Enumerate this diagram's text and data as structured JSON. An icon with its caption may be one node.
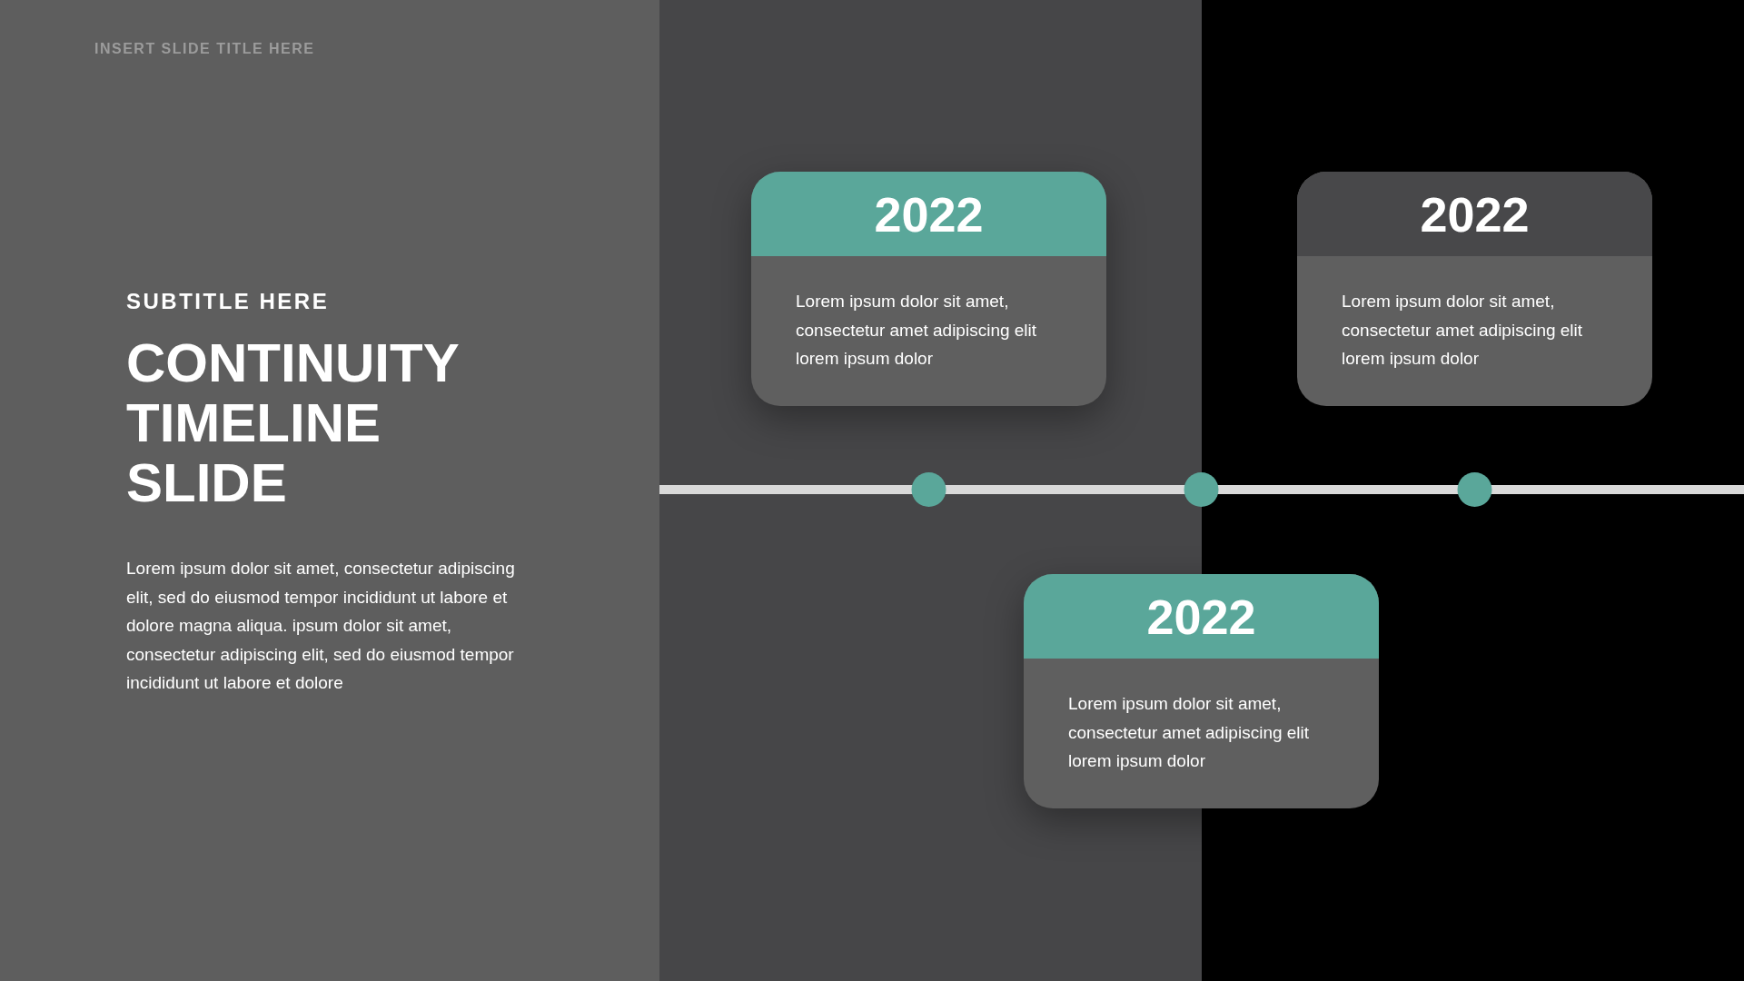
{
  "diagram": {
    "title": "CONTINUITY TIMELINE SLIDE",
    "nodes": [
      {
        "text": [
          "2022",
          "Lorem ipsum dolor sit amet, consectetur amet adipiscing elit lorem ipsum dolor"
        ]
      },
      {
        "text": [
          "2022",
          "Lorem ipsum dolor sit amet, consectetur amet adipiscing elit lorem ipsum dolor"
        ]
      },
      {
        "text": [
          "2022",
          "Lorem ipsum dolor sit amet, consectetur amet adipiscing elit lorem ipsum dolor"
        ]
      }
    ],
    "labels": [
      "INSERT SLIDE TITLE HERE",
      "SUBTITLE HERE",
      "Lorem ipsum dolor sit amet, consectetur adipiscing elit, sed do eiusmod tempor incididunt ut labore et dolore magna aliqua. ipsum dolor sit amet, consectetur adipiscing elit, sed do eiusmod tempor incididunt ut labore et dolore"
    ]
  }
}
